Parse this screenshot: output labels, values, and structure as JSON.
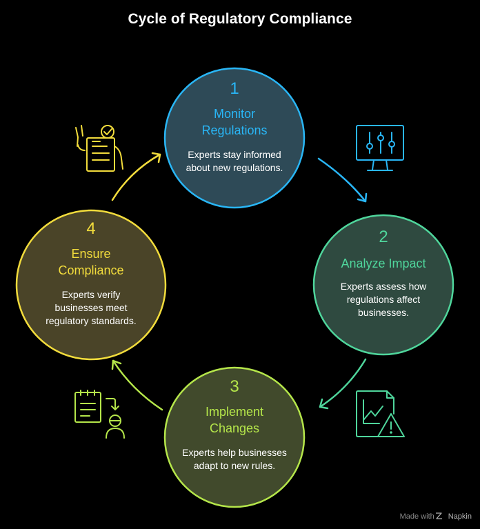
{
  "title": "Cycle of Regulatory Compliance",
  "steps": [
    {
      "number": "1",
      "heading_lines": [
        "Monitor",
        "Regulations"
      ],
      "description_lines": [
        "Experts stay informed",
        "about new regulations."
      ],
      "color": "#29b6f6",
      "fill": "#2e4a57",
      "icon": "monitor-sliders-icon"
    },
    {
      "number": "2",
      "heading_lines": [
        "Analyze Impact"
      ],
      "description_lines": [
        "Experts assess how",
        "regulations affect",
        "businesses."
      ],
      "color": "#4fd69c",
      "fill": "#2f4a40",
      "icon": "chart-warning-icon"
    },
    {
      "number": "3",
      "heading_lines": [
        "Implement",
        "Changes"
      ],
      "description_lines": [
        "Experts help businesses",
        "adapt to new rules."
      ],
      "color": "#b5e64a",
      "fill": "#414a2c",
      "icon": "clipboard-person-icon"
    },
    {
      "number": "4",
      "heading_lines": [
        "Ensure",
        "Compliance"
      ],
      "description_lines": [
        "Experts verify",
        "businesses meet",
        "regulatory standards."
      ],
      "color": "#f2dc3c",
      "fill": "#4a4428",
      "icon": "hand-checklist-icon"
    }
  ],
  "credit": {
    "prefix": "Made with",
    "brand": "Napkin"
  }
}
